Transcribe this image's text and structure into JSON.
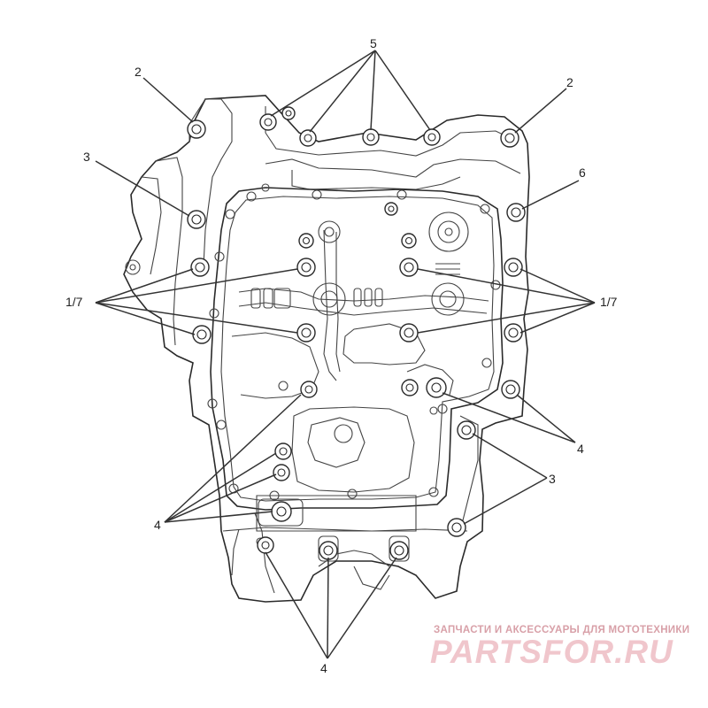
{
  "diagram": {
    "labels": {
      "l5": "5",
      "l2_left": "2",
      "l2_right": "2",
      "l3_left": "3",
      "l6": "6",
      "l17_left": "1/7",
      "l17_right": "1/7",
      "l4_right": "4",
      "l3_right": "3",
      "l4_left": "4",
      "l4_bottom": "4"
    }
  },
  "watermark": {
    "tagline": "ЗАПЧАСТИ И АКСЕССУАРЫ ДЛЯ МОТОТЕХНИКИ",
    "logo": "PARTSFOR.RU"
  },
  "colors": {
    "line": "#2a2a2a",
    "watermark_text": "#d8a0a8",
    "watermark_logo": "#f0c6cc"
  }
}
